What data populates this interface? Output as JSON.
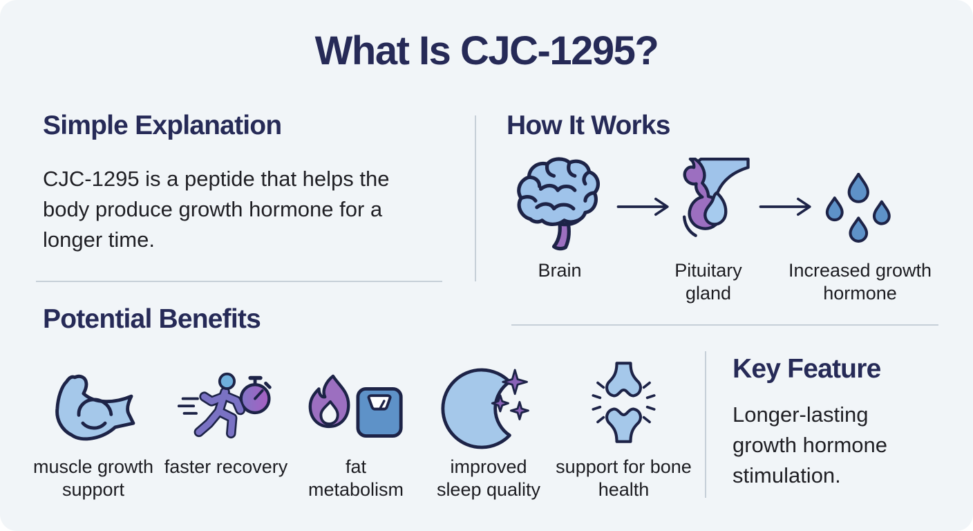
{
  "page": {
    "title": "What Is CJC-1295?"
  },
  "sections": {
    "simple_explanation": {
      "heading": "Simple Explanation",
      "body": "CJC-1295 is a peptide that helps the body produce growth hormone for a longer time."
    },
    "how_it_works": {
      "heading": "How It Works",
      "steps": [
        {
          "label": "Brain",
          "icon": "brain-icon"
        },
        {
          "label": "Pituitary gland",
          "icon": "pituitary-gland-icon"
        },
        {
          "label": "Increased growth hormone",
          "icon": "hormone-droplets-icon"
        }
      ],
      "connector_icon": "arrow-right-icon"
    },
    "potential_benefits": {
      "heading": "Potential Benefits",
      "items": [
        {
          "label": "muscle growth support",
          "icon": "muscle-arm-icon"
        },
        {
          "label": "faster recovery",
          "icon": "runner-stopwatch-icon"
        },
        {
          "label": "fat metabolism",
          "icon": "flame-scale-icon"
        },
        {
          "label": "improved sleep quality",
          "icon": "moon-sparkles-icon"
        },
        {
          "label": "support for bone health",
          "icon": "bone-joint-icon"
        }
      ]
    },
    "key_feature": {
      "heading": "Key Feature",
      "body": "Longer-lasting growth hormone stimulation."
    }
  },
  "colors": {
    "background": "#f1f5f8",
    "heading_navy": "#262a57",
    "body_text": "#1f1f24",
    "icon_outline_navy": "#1d2347",
    "icon_blue_light": "#a5c8ea",
    "icon_blue_medium": "#5e92c8",
    "icon_purple": "#9c6fc0",
    "runner_purple": "#7a72c4",
    "divider_gray": "#c6cfd8"
  }
}
